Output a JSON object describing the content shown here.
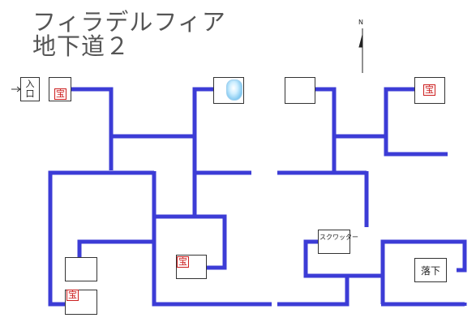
{
  "title": {
    "line1": "フィラデルフィア",
    "line2": "地下道２"
  },
  "compass": {
    "north_label": "N"
  },
  "labels": {
    "entrance": "入口",
    "treasure": "宝",
    "squatter": "スクワッター",
    "fall": "落下"
  },
  "colors": {
    "path": "#3c3cd6",
    "title": "#555555",
    "treasure": "#cc2222"
  }
}
